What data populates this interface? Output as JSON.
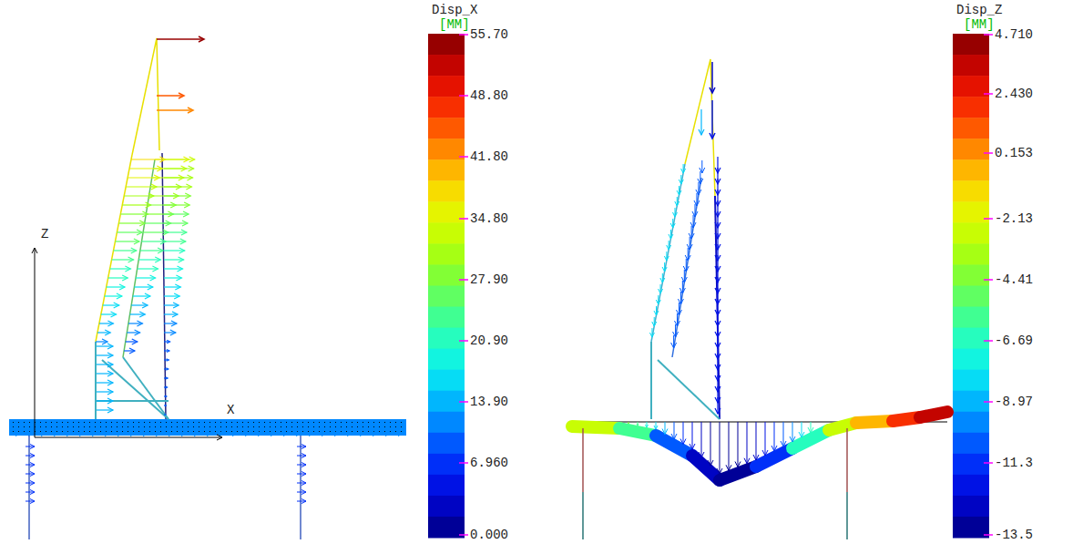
{
  "diagram": {
    "labels": [
      "Disp_X",
      "[MM]",
      "55.70",
      "48.80",
      "41.80",
      "34.80",
      "27.90",
      "20.90",
      "13.90",
      "6.960",
      "0.000",
      "Z",
      "X",
      "Disp_Z",
      "[MM]",
      "4.710",
      "2.430",
      "0.153",
      "-2.13",
      "-4.41",
      "-6.69",
      "-8.97",
      "-11.3",
      "-13.5"
    ]
  }
}
